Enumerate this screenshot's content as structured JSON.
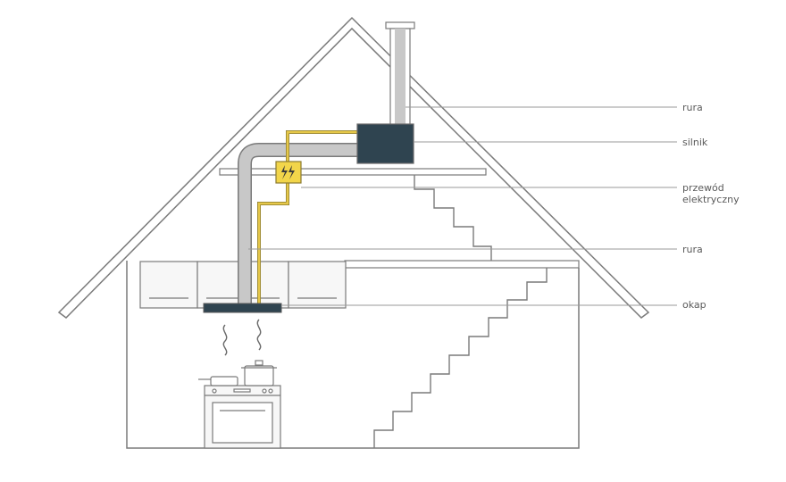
{
  "labels": {
    "rura_top": "rura",
    "silnik": "silnik",
    "przewod_line1": "przewód",
    "przewod_line2": "elektryczny",
    "rura_mid": "rura",
    "okap": "okap"
  },
  "colors": {
    "outline": "#7a7a7a",
    "duct_fill": "#c8c8c8",
    "motor": "#2f4450",
    "wire": "#e6c84a",
    "junction_box": "#f2d54a",
    "hood": "#2f4450",
    "cabinet_fill": "#f7f7f7",
    "leader": "#9a9a9a"
  },
  "icons": {
    "junction_box": "lightning-icon",
    "steam": "steam-icon"
  }
}
